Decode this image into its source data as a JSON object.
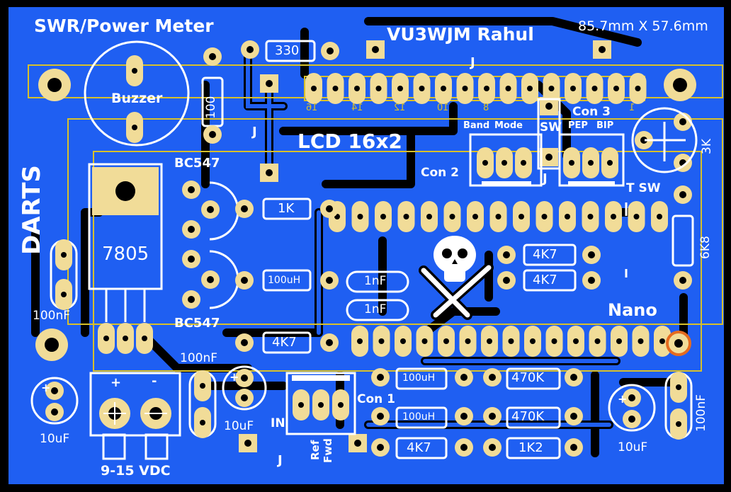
{
  "board": {
    "title": "SWR/Power Meter",
    "author": "VU3WJM Rahul",
    "dimensions": "85.7mm X 57.6mm",
    "brand": "DARTS",
    "colors": {
      "substrate": "#000000",
      "copper": "#1f5ff2",
      "pad": "#f1dc98",
      "silk": "#ffffff",
      "outline": "#d8c02a"
    }
  },
  "components": {
    "buzzer": "Buzzer",
    "lcd": "LCD 16x2",
    "regulator": "7805",
    "transistor_top": "BC547",
    "transistor_bottom": "BC547",
    "nano": "Nano",
    "power_label": "9-15 VDC",
    "power_plus": "+",
    "power_minus": "-",
    "con1": "Con 1",
    "con2": "Con 2",
    "con3": "Con 3",
    "band": "Band",
    "mode": "Mode",
    "pep": "PEP",
    "bip": "BIP",
    "sw": "SW",
    "t_sw": "T SW",
    "in": "IN",
    "ref": "Ref",
    "fwd": "Fwd",
    "pin_16": "16",
    "pin_14": "14",
    "pin_12": "12",
    "pin_10": "10",
    "pin_8": "8",
    "pin_1": "1"
  },
  "values": {
    "r330": "330",
    "r100": "100",
    "r1k": "1K",
    "r4k7_a": "4K7",
    "r4k7_b": "4K7",
    "r4k7_c": "4K7",
    "r4k7_d": "4K7",
    "r470k_a": "470K",
    "r470k_b": "470K",
    "r1k2": "1K2",
    "r6k8": "6K8",
    "pot3k": "3K",
    "l100uh_a": "100uH",
    "l100uh_b": "100uH",
    "l100uh_c": "100uH",
    "c1nf_a": "1nF",
    "c1nf_b": "1nF",
    "c100nf_a": "100nF",
    "c100nf_b": "100nF",
    "c100nf_c": "100nF",
    "c10uf_a": "10uF",
    "c10uf_b": "10uF",
    "c10uf_c": "10uF",
    "cap_plus": "+"
  },
  "jumpers": {
    "j": "J"
  }
}
